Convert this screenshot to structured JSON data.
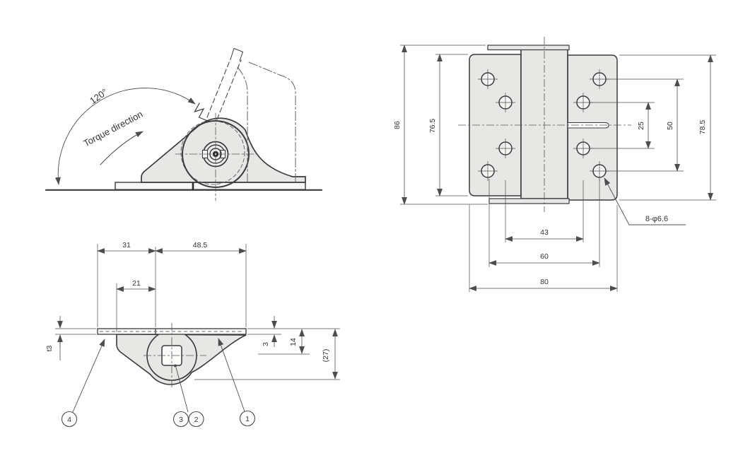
{
  "colors": {
    "outline": "#3b3b3b",
    "dim_line": "#4d4d4d",
    "fill_gray": "#e7e8e5",
    "background": "#ffffff"
  },
  "side_view": {
    "angle": "120°",
    "torque": "Torque direction"
  },
  "profile_view": {
    "dim_31": "31",
    "dim_485": "48.5",
    "dim_21": "21",
    "dim_t3": "t3",
    "dim_3": "3",
    "dim_14": "14",
    "dim_27": "(27)",
    "balloon_1": "1",
    "balloon_2": "2",
    "balloon_3": "3",
    "balloon_4": "4"
  },
  "front_view": {
    "dim_86": "86",
    "dim_765": "76.5",
    "dim_25": "25",
    "dim_50": "50",
    "dim_785": "78.5",
    "dim_43": "43",
    "dim_60": "60",
    "dim_80": "80",
    "hole_callout": "8-φ6.6"
  }
}
